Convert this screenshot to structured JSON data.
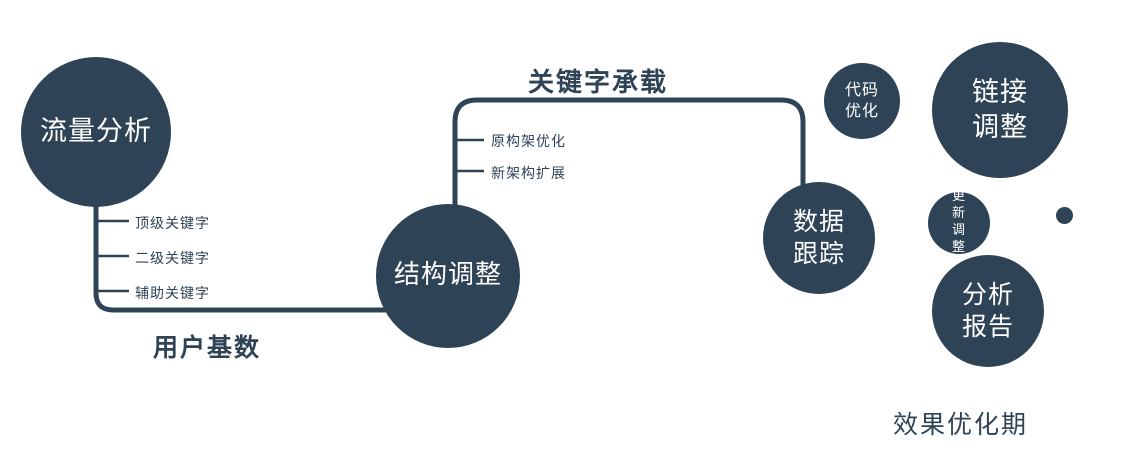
{
  "diagram": {
    "nodes": {
      "traffic": "流量分析",
      "structure": "结构调整",
      "tracking": "数据跟踪",
      "code": "代码优化",
      "link": "链接调整",
      "update": "更新调整",
      "report": "分析报告"
    },
    "edge_labels": {
      "user_base": "用户基数",
      "keyword_carry": "关键字承载"
    },
    "traffic_branches": [
      "顶级关键字",
      "二级关键字",
      "辅助关键字"
    ],
    "structure_branches": [
      "原构架优化",
      "新架构扩展"
    ],
    "footer": "效果优化期",
    "colors": {
      "node_fill": "#2e4356",
      "node_text": "#ffffff",
      "line": "#2e4356",
      "label_text": "#2e4356",
      "background": "#ffffff"
    }
  }
}
